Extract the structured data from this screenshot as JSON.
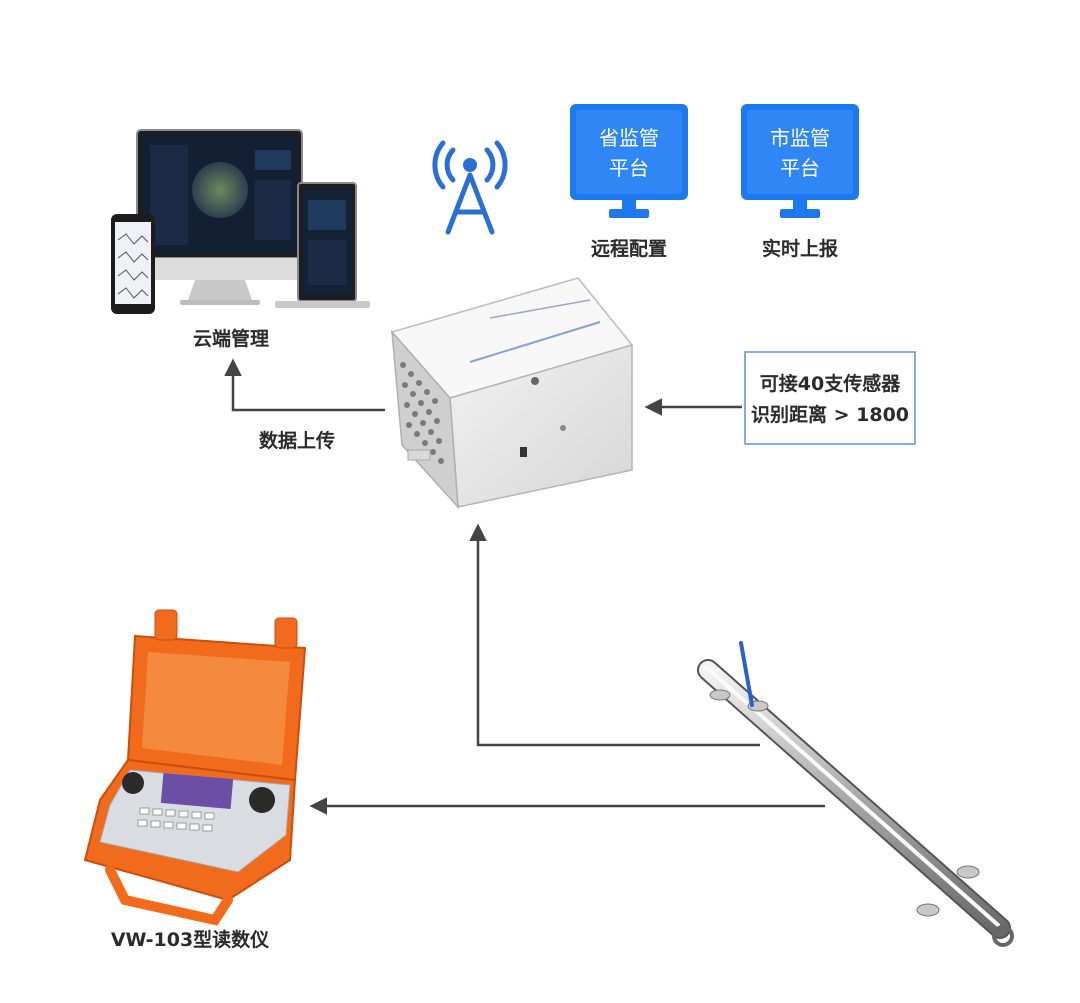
{
  "labels": {
    "cloud": "云端管理",
    "upload": "数据上传",
    "remote": "远程配置",
    "realtime": "实时上报",
    "reader": "VW-103型读数仪"
  },
  "monitors": {
    "province": {
      "line1": "省监管",
      "line2": "平台"
    },
    "city": {
      "line1": "市监管",
      "line2": "平台"
    }
  },
  "sensor_box": {
    "line1": "可接40支传感器",
    "line2": "识别距离 > 1800"
  },
  "colors": {
    "platform_blue": "#1e78f0",
    "antenna_blue": "#2a6fd6",
    "arrow": "#444444",
    "case_orange": "#f26a1b",
    "text_dark": "#2b2b2b",
    "box_border": "#5b8fd8"
  }
}
